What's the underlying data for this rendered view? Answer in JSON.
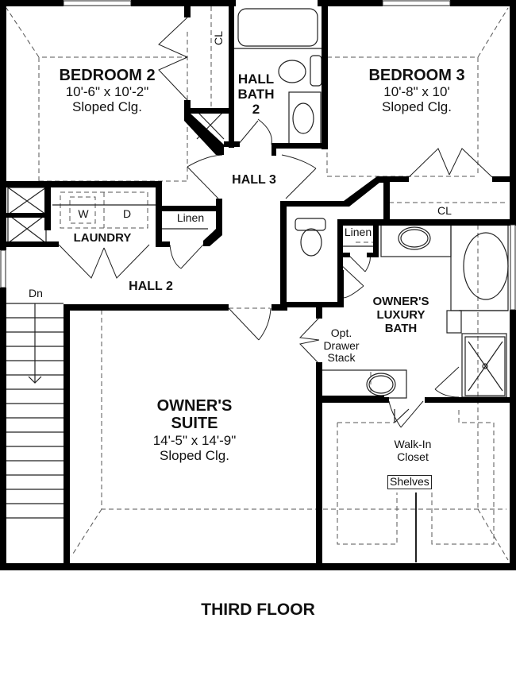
{
  "plan": {
    "floor_title": "THIRD FLOOR",
    "colors": {
      "wall": "#000000",
      "line": "#222222",
      "dash": "#555555",
      "background": "#ffffff"
    }
  },
  "rooms": {
    "bedroom2": {
      "name": "BEDROOM 2",
      "size": "10'-6\" x 10'-2\"",
      "note": "Sloped Clg."
    },
    "bedroom3": {
      "name": "BEDROOM 3",
      "size": "10'-8\" x 10'",
      "note": "Sloped Clg."
    },
    "hall_bath2": {
      "line1": "HALL",
      "line2": "BATH",
      "line3": "2"
    },
    "hall3": {
      "name": "HALL 3"
    },
    "hall2": {
      "name": "HALL 2"
    },
    "laundry": {
      "name": "LAUNDRY",
      "washer": "W",
      "dryer": "D"
    },
    "linen_hall": {
      "name": "Linen"
    },
    "linen_bath": {
      "name": "Linen"
    },
    "closet_bed2": {
      "name": "CL"
    },
    "closet_bed3": {
      "name": "CL"
    },
    "stairs": {
      "label": "Dn"
    },
    "owners_suite": {
      "line1": "OWNER'S",
      "line2": "SUITE",
      "size": "14'-5\" x 14'-9\"",
      "note": "Sloped Clg."
    },
    "owners_bath": {
      "line1": "OWNER'S",
      "line2": "LUXURY",
      "line3": "BATH"
    },
    "drawer_stack": {
      "line1": "Opt.",
      "line2": "Drawer",
      "line3": "Stack"
    },
    "walk_in_closet": {
      "line1": "Walk-In",
      "line2": "Closet",
      "shelves": "Shelves"
    }
  }
}
